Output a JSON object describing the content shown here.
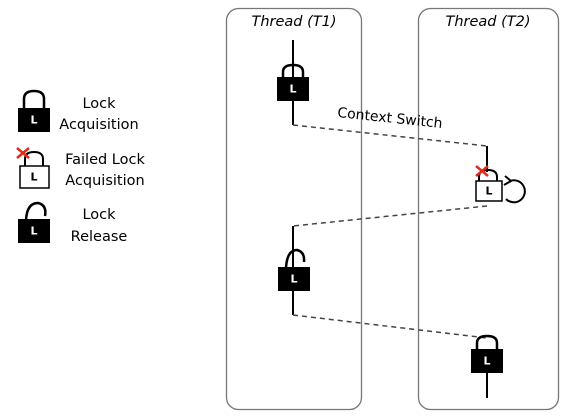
{
  "legend": {
    "lock_acquisition": [
      "Lock",
      "Acquisition"
    ],
    "failed_lock_acquisition": [
      "Failed Lock",
      "Acquisition"
    ],
    "lock_release": [
      "Lock",
      "Release"
    ]
  },
  "lanes": {
    "t1_title": "Thread (T1)",
    "t2_title": "Thread (T2)"
  },
  "lock_letter": "L",
  "context_switch_label": "Context Switch"
}
